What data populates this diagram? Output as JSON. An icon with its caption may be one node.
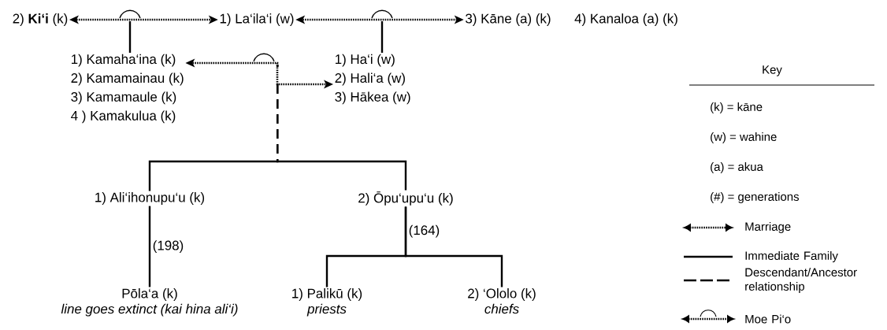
{
  "diagram": {
    "nodes": [
      {
        "text": [
          "2) **Ki‘i** (k)"
        ]
      },
      {
        "text": [
          "1) La‘ila‘i (w)"
        ]
      },
      {
        "text": [
          "3) Kāne (a) (k)"
        ]
      },
      {
        "text": [
          "4) Kanaloa (a) (k)"
        ]
      },
      {
        "text": [
          "1) Kamaha‘ina (k)",
          "2) Kamamainau (k)",
          "3) Kamamaule (k)",
          "4 ) Kamakulua (k)"
        ]
      },
      {
        "text": [
          "1) Ha‘i (w)",
          "2) Hali‘a (w)",
          "3) Hākea (w)"
        ]
      },
      {
        "text": [
          "1) Ali‘ihonupu‘u (k)"
        ]
      },
      {
        "text": [
          "2) Ōpu‘upu‘u (k)"
        ]
      },
      {
        "text": [
          "Pōla‘a (k)"
        ],
        "beside": [
          "line goes extinct (kai hina ali‘i)"
        ]
      },
      {
        "text": [
          "1) Palikū (k)"
        ],
        "beside": [
          "priests"
        ]
      },
      {
        "text": [
          "2) ‘Ololo (k)"
        ],
        "beside": [
          "chiefs"
        ]
      },
      {
        "text": [],
        "shape": "arc"
      },
      {
        "text": [],
        "shape": "arc"
      },
      {
        "text": [],
        "shape": "arc"
      }
    ],
    "edges": [
      {
        "from": 0,
        "to": 1,
        "arrow": "both",
        "style": "dashed"
      },
      {
        "from": 1,
        "to": 2,
        "arrow": "both",
        "style": "dashed"
      },
      {
        "from": 11,
        "to": 4,
        "arrow": "none"
      },
      {
        "from": 12,
        "to": 5,
        "arrow": "none"
      },
      {
        "from": 4,
        "to": 5,
        "arrow": "both",
        "style": "dashed"
      },
      {
        "from": 13,
        "to": 6,
        "arrow": "none",
        "style": "dashed"
      },
      {
        "from": 13,
        "to": 7,
        "arrow": "none",
        "style": "dashed"
      },
      {
        "from": 6,
        "to": 8,
        "arrow": "none",
        "label": "(198)"
      },
      {
        "from": 7,
        "to": 9,
        "arrow": "none",
        "label": "(164)"
      },
      {
        "from": 7,
        "to": 10,
        "arrow": "none"
      }
    ],
    "labels": [
      "Key",
      "(k) = kāne",
      "(w) = wahine",
      "(a) = akua",
      "(#) = generations"
    ],
    "legend": [
      {
        "text": "Marriage"
      },
      {
        "text": "Immediate Family"
      },
      {
        "text": "Descendant/Ancestor relationship"
      },
      {
        "text": "Moe Pi‘o"
      }
    ]
  }
}
